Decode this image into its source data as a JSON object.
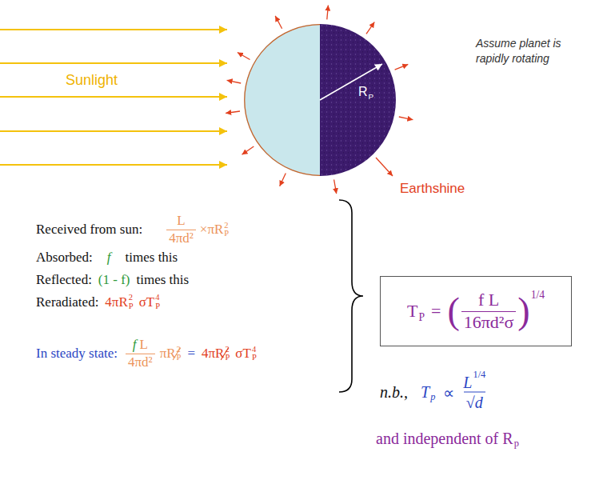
{
  "diagram": {
    "nodes": [
      {
        "text": [
          "R",
          "P"
        ]
      },
      {
        "text": [
          "T",
          "P",
          "=",
          "(",
          "f L",
          "16πd²σ",
          ")",
          "1/4"
        ]
      }
    ],
    "labels": [
      "Sunlight",
      "Assume planet is rapidly rotating",
      "Earthshine",
      "Received from sun:",
      "L",
      "4πd²",
      "×πR",
      "2",
      "P",
      "Absorbed:",
      "f",
      "times this",
      "Reflected:",
      "(1 - f)",
      "times this",
      "Reradiated:",
      "4πR",
      "2",
      "P",
      "σT",
      "4",
      "P",
      "In steady state:",
      "f",
      "L",
      "4πd²",
      "πR",
      "2",
      "P",
      "=",
      "4πR",
      "2",
      "P",
      "σT",
      "4",
      "P",
      "n.b.,",
      "T",
      "p",
      "∝",
      "L",
      "1/4",
      "√d",
      "and independent of R",
      "p"
    ]
  }
}
